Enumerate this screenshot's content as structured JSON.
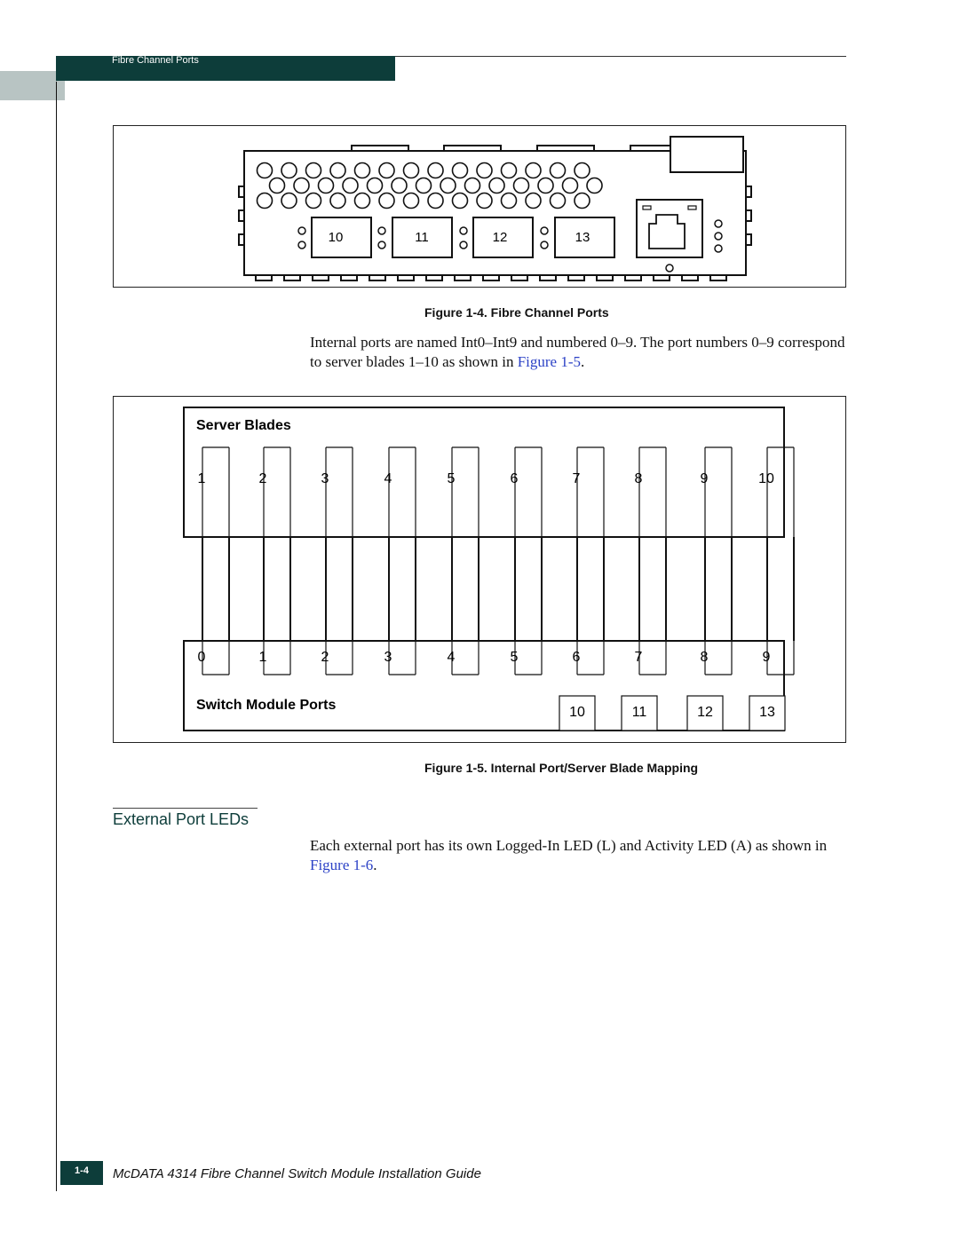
{
  "header": {
    "section": "Fibre Channel Ports"
  },
  "figure4": {
    "port_labels": [
      "10",
      "11",
      "12",
      "13"
    ],
    "caption": "Figure 1-4.  Fibre Channel Ports"
  },
  "paragraph1": {
    "text_a": "Internal ports are named Int0–Int9 and numbered 0–9. The port numbers 0–9 correspond to server blades 1–10 as shown in ",
    "link": "Figure 1-5",
    "text_b": "."
  },
  "figure5": {
    "server_title": "Server Blades",
    "blades": [
      "1",
      "2",
      "3",
      "4",
      "5",
      "6",
      "7",
      "8",
      "9",
      "10"
    ],
    "ports": [
      "0",
      "1",
      "2",
      "3",
      "4",
      "5",
      "6",
      "7",
      "8",
      "9"
    ],
    "extra_ports": [
      "10",
      "11",
      "12",
      "13"
    ],
    "switch_title": "Switch Module Ports",
    "caption": "Figure 1-5.  Internal Port/Server Blade Mapping"
  },
  "section": {
    "title": "External Port LEDs"
  },
  "paragraph2": {
    "text_a": "Each external port has its own Logged-In LED (L) and Activity LED (A) as shown in ",
    "link": "Figure 1-6",
    "text_b": "."
  },
  "footer": {
    "page_number": "1-4",
    "title": "McDATA 4314 Fibre Channel Switch Module Installation Guide"
  },
  "colors": {
    "accent": "#0d3d3a",
    "link": "#2c42c6",
    "tab_gray": "#b8c4c3"
  }
}
